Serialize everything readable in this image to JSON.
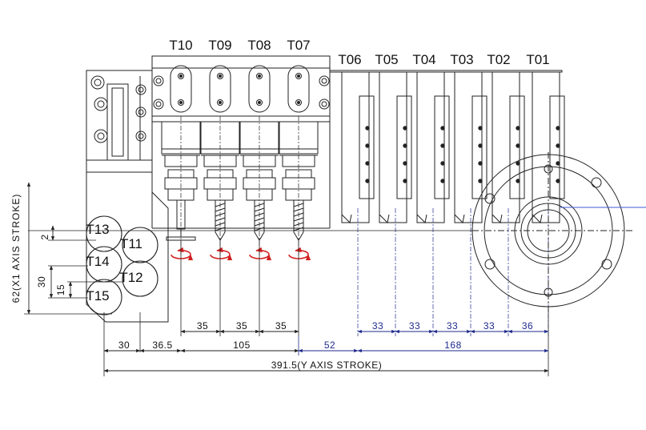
{
  "colors": {
    "line": "#222222",
    "dim_black": "#222222",
    "dim_blue": "#1f2a8c",
    "rotation_arrow": "#d21f1f",
    "axis_line": "#3b5bd6"
  },
  "tools_top": {
    "vertical": [
      "T10",
      "T09",
      "T08",
      "T07"
    ],
    "horizontal": [
      "T06",
      "T05",
      "T04",
      "T03",
      "T02",
      "T01"
    ]
  },
  "tools_side": [
    "T13",
    "T11",
    "T14",
    "T12",
    "T15"
  ],
  "dims": {
    "row1": [
      "35",
      "35",
      "35",
      "33",
      "33",
      "33",
      "33",
      "36"
    ],
    "row2": [
      "30",
      "36.5",
      "105",
      "52",
      "168"
    ],
    "total": "391.5(Y AXIS STROKE)",
    "left": {
      "stroke": "62(X1 AXIS STROKE)",
      "small": "2",
      "d30": "30",
      "d15": "15"
    }
  },
  "icons": {
    "rotation": "rotation-arrow-icon"
  }
}
